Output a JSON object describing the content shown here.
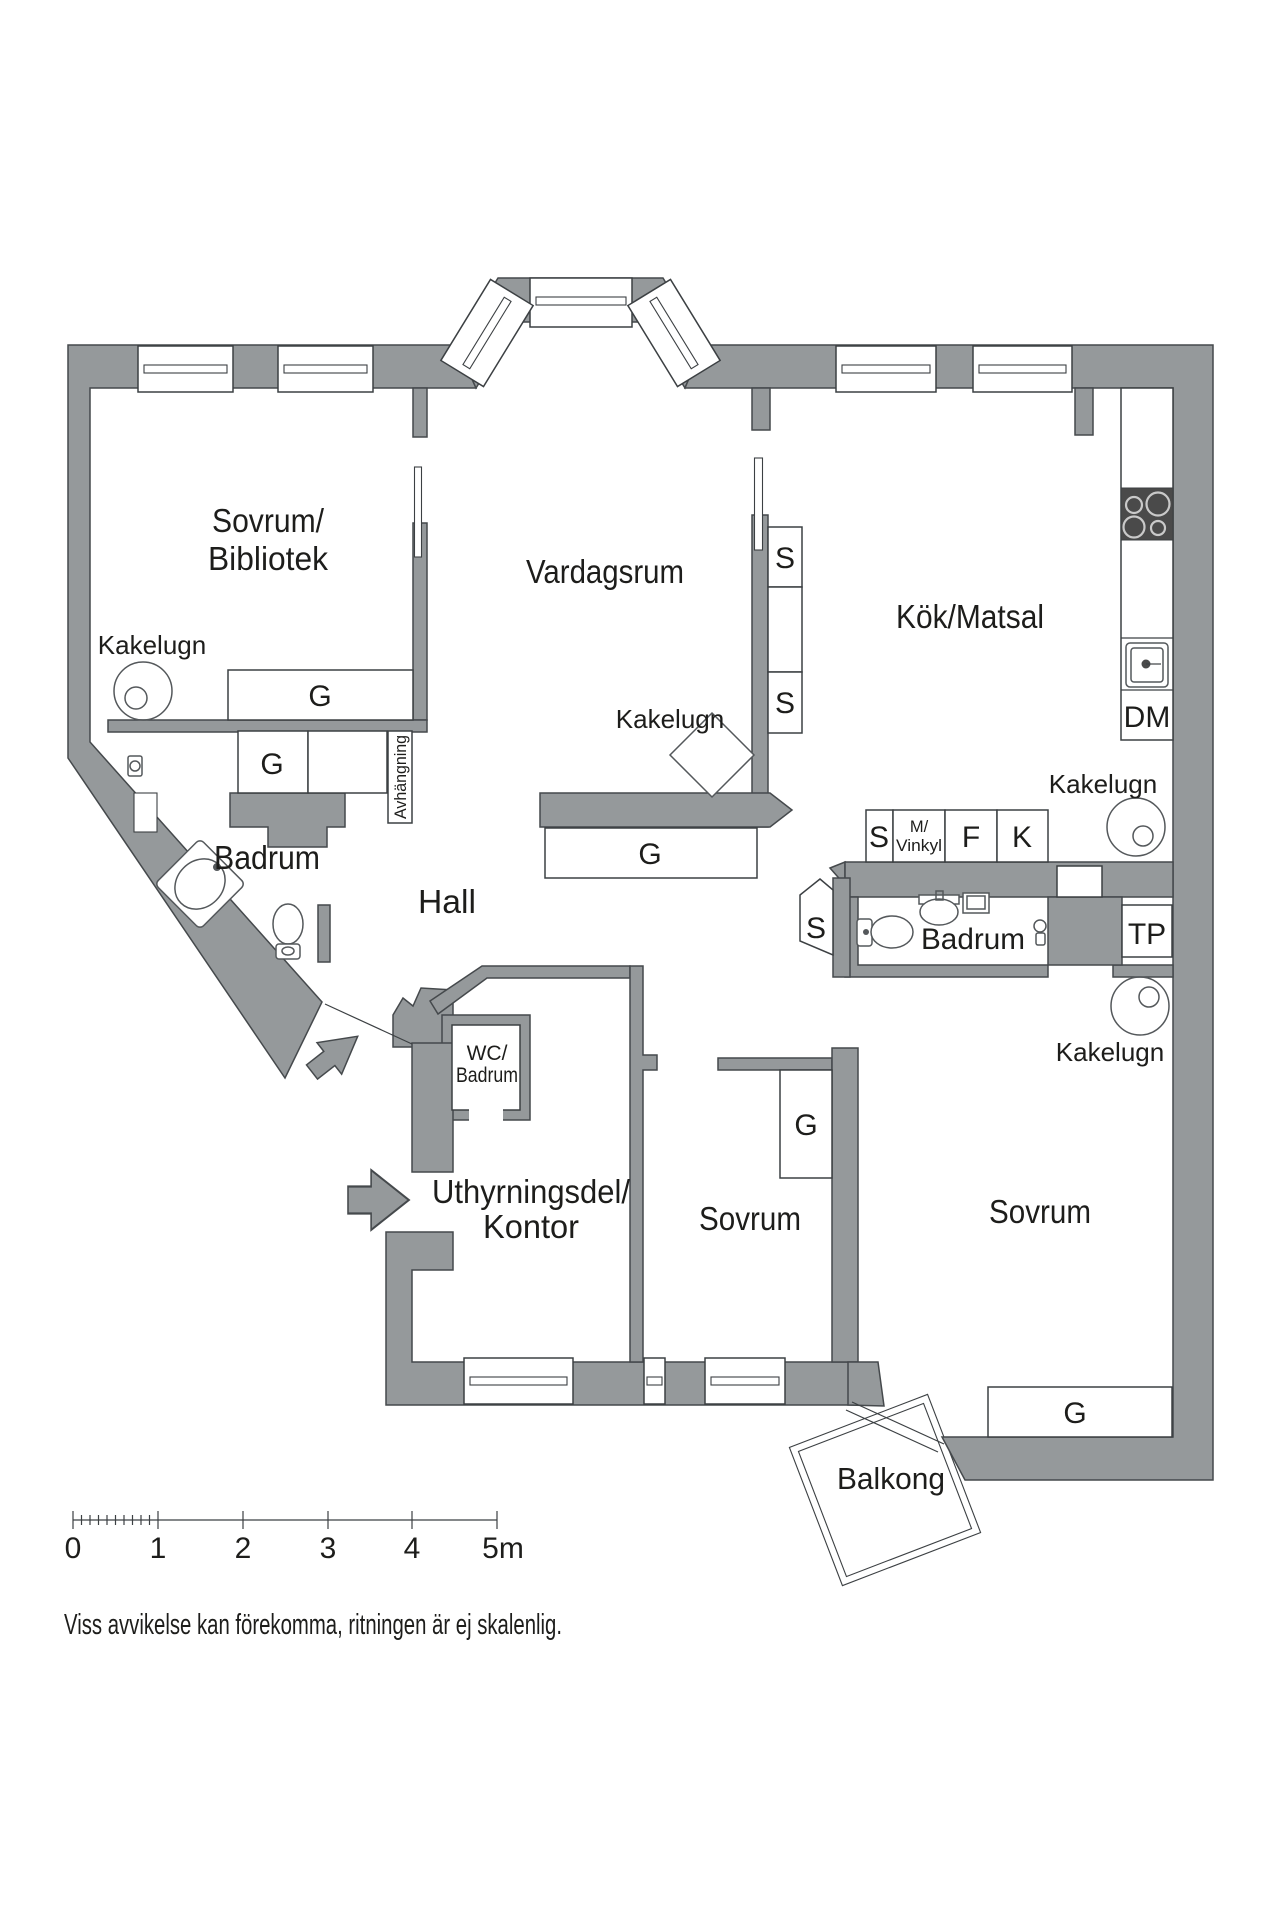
{
  "plan": {
    "rooms": {
      "sovrum_bibliotek": [
        "Sovrum/",
        "Bibliotek"
      ],
      "vardagsrum": "Vardagsrum",
      "kok_matsal": "Kök/Matsal",
      "badrum_left": "Badrum",
      "hall": "Hall",
      "wc_badrum": [
        "WC/",
        "Badrum"
      ],
      "uthyrningsdel": [
        "Uthyrningsdel/",
        "Kontor"
      ],
      "sovrum_mitt": "Sovrum",
      "badrum_right": "Badrum",
      "sovrum_hoger": "Sovrum",
      "balkong": "Balkong"
    },
    "labels": {
      "kakelugn": "Kakelugn",
      "avhangning": "Avhängning",
      "garderob": "G",
      "skap": "S",
      "m_vinkyl": [
        "M/",
        "Vinkyl"
      ],
      "frys": "F",
      "kyl": "K",
      "diskmaskin": "DM",
      "torkpelare": "TP"
    },
    "colors": {
      "wall": "#95999b",
      "outline": "#45494c",
      "text": "#1d1d1b",
      "appliance_dark": "#4a4a4a"
    }
  },
  "scale_bar": {
    "ticks": [
      "0",
      "1",
      "2",
      "3",
      "4",
      "5m"
    ]
  },
  "footer": {
    "disclaimer": "Viss avvikelse kan förekomma, ritningen är ej skalenlig."
  }
}
